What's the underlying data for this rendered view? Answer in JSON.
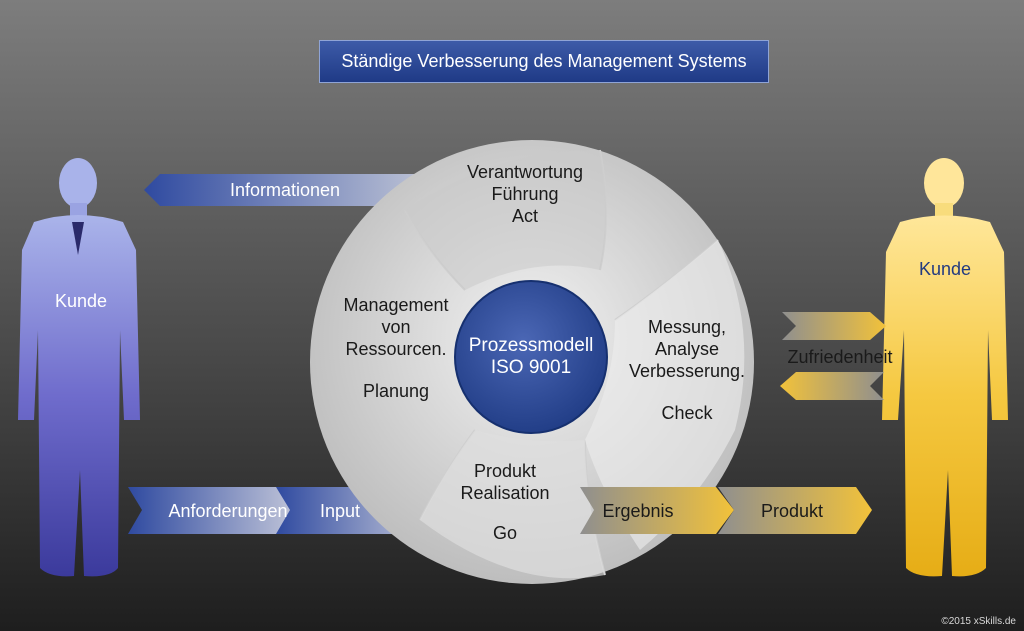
{
  "title": "Ständige Verbesserung des Management Systems",
  "left_person": {
    "label": "Kunde"
  },
  "right_person": {
    "label": "Kunde"
  },
  "arrows": {
    "informationen": "Informationen",
    "anforderungen": "Anforderungen",
    "input": "Input",
    "ergebnis": "Ergebnis",
    "produkt": "Produkt",
    "zufriedenheit": "Zufriedenheit"
  },
  "center": {
    "line1": "Prozessmodell",
    "line2": "ISO 9001"
  },
  "segments": {
    "act": {
      "line1": "Verantwortung",
      "line2": "Führung",
      "line3": "Act"
    },
    "plan": {
      "line1": "Management",
      "line2": "von",
      "line3": "Ressourcen.",
      "line4": "Planung"
    },
    "check": {
      "line1": "Messung,",
      "line2": "Analyse",
      "line3": "Verbesserung.",
      "line4": "Check"
    },
    "go": {
      "line1": "Produkt",
      "line2": "Realisation",
      "line3": "Go"
    }
  },
  "copyright": "©2015 xSkills.de",
  "colors": {
    "blue": "#2b4a98",
    "gold": "#f2c23a",
    "title_bg": "#2c4a96"
  }
}
